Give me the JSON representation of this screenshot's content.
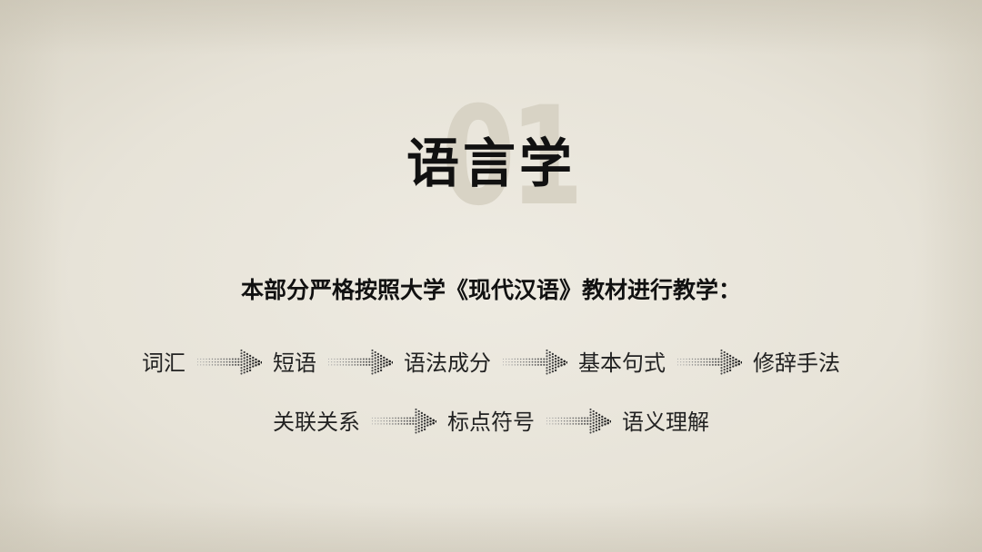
{
  "slide": {
    "number": "01",
    "title": "语言学",
    "subtitle": "本部分严格按照大学《现代汉语》教材进行教学：",
    "flow_row_1": [
      "词汇",
      "短语",
      "语法成分",
      "基本句式",
      "修辞手法"
    ],
    "flow_row_2": [
      "关联关系",
      "标点符号",
      "语义理解"
    ]
  },
  "icons": {
    "connector": "dotted-arrow-right-icon"
  },
  "colors": {
    "text": "#111111",
    "background": "#e9e6dd",
    "number_watermark": "#d8d3c5"
  }
}
